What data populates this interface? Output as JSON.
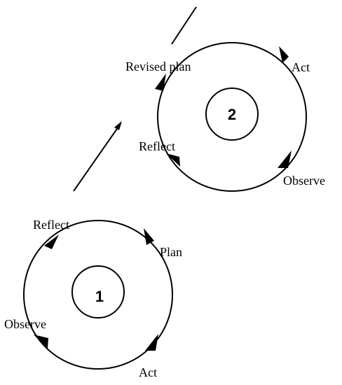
{
  "diagram": {
    "cycle1": {
      "number": "1",
      "labels": {
        "reflect": "Reflect",
        "plan": "Plan",
        "observe": "Observe",
        "act": "Act"
      }
    },
    "cycle2": {
      "number": "2",
      "labels": {
        "revised_plan": "Revised plan",
        "act": "Act",
        "reflect": "Reflect",
        "observe": "Observe"
      }
    },
    "colors": {
      "stroke": "#000000",
      "background": "#ffffff"
    }
  }
}
